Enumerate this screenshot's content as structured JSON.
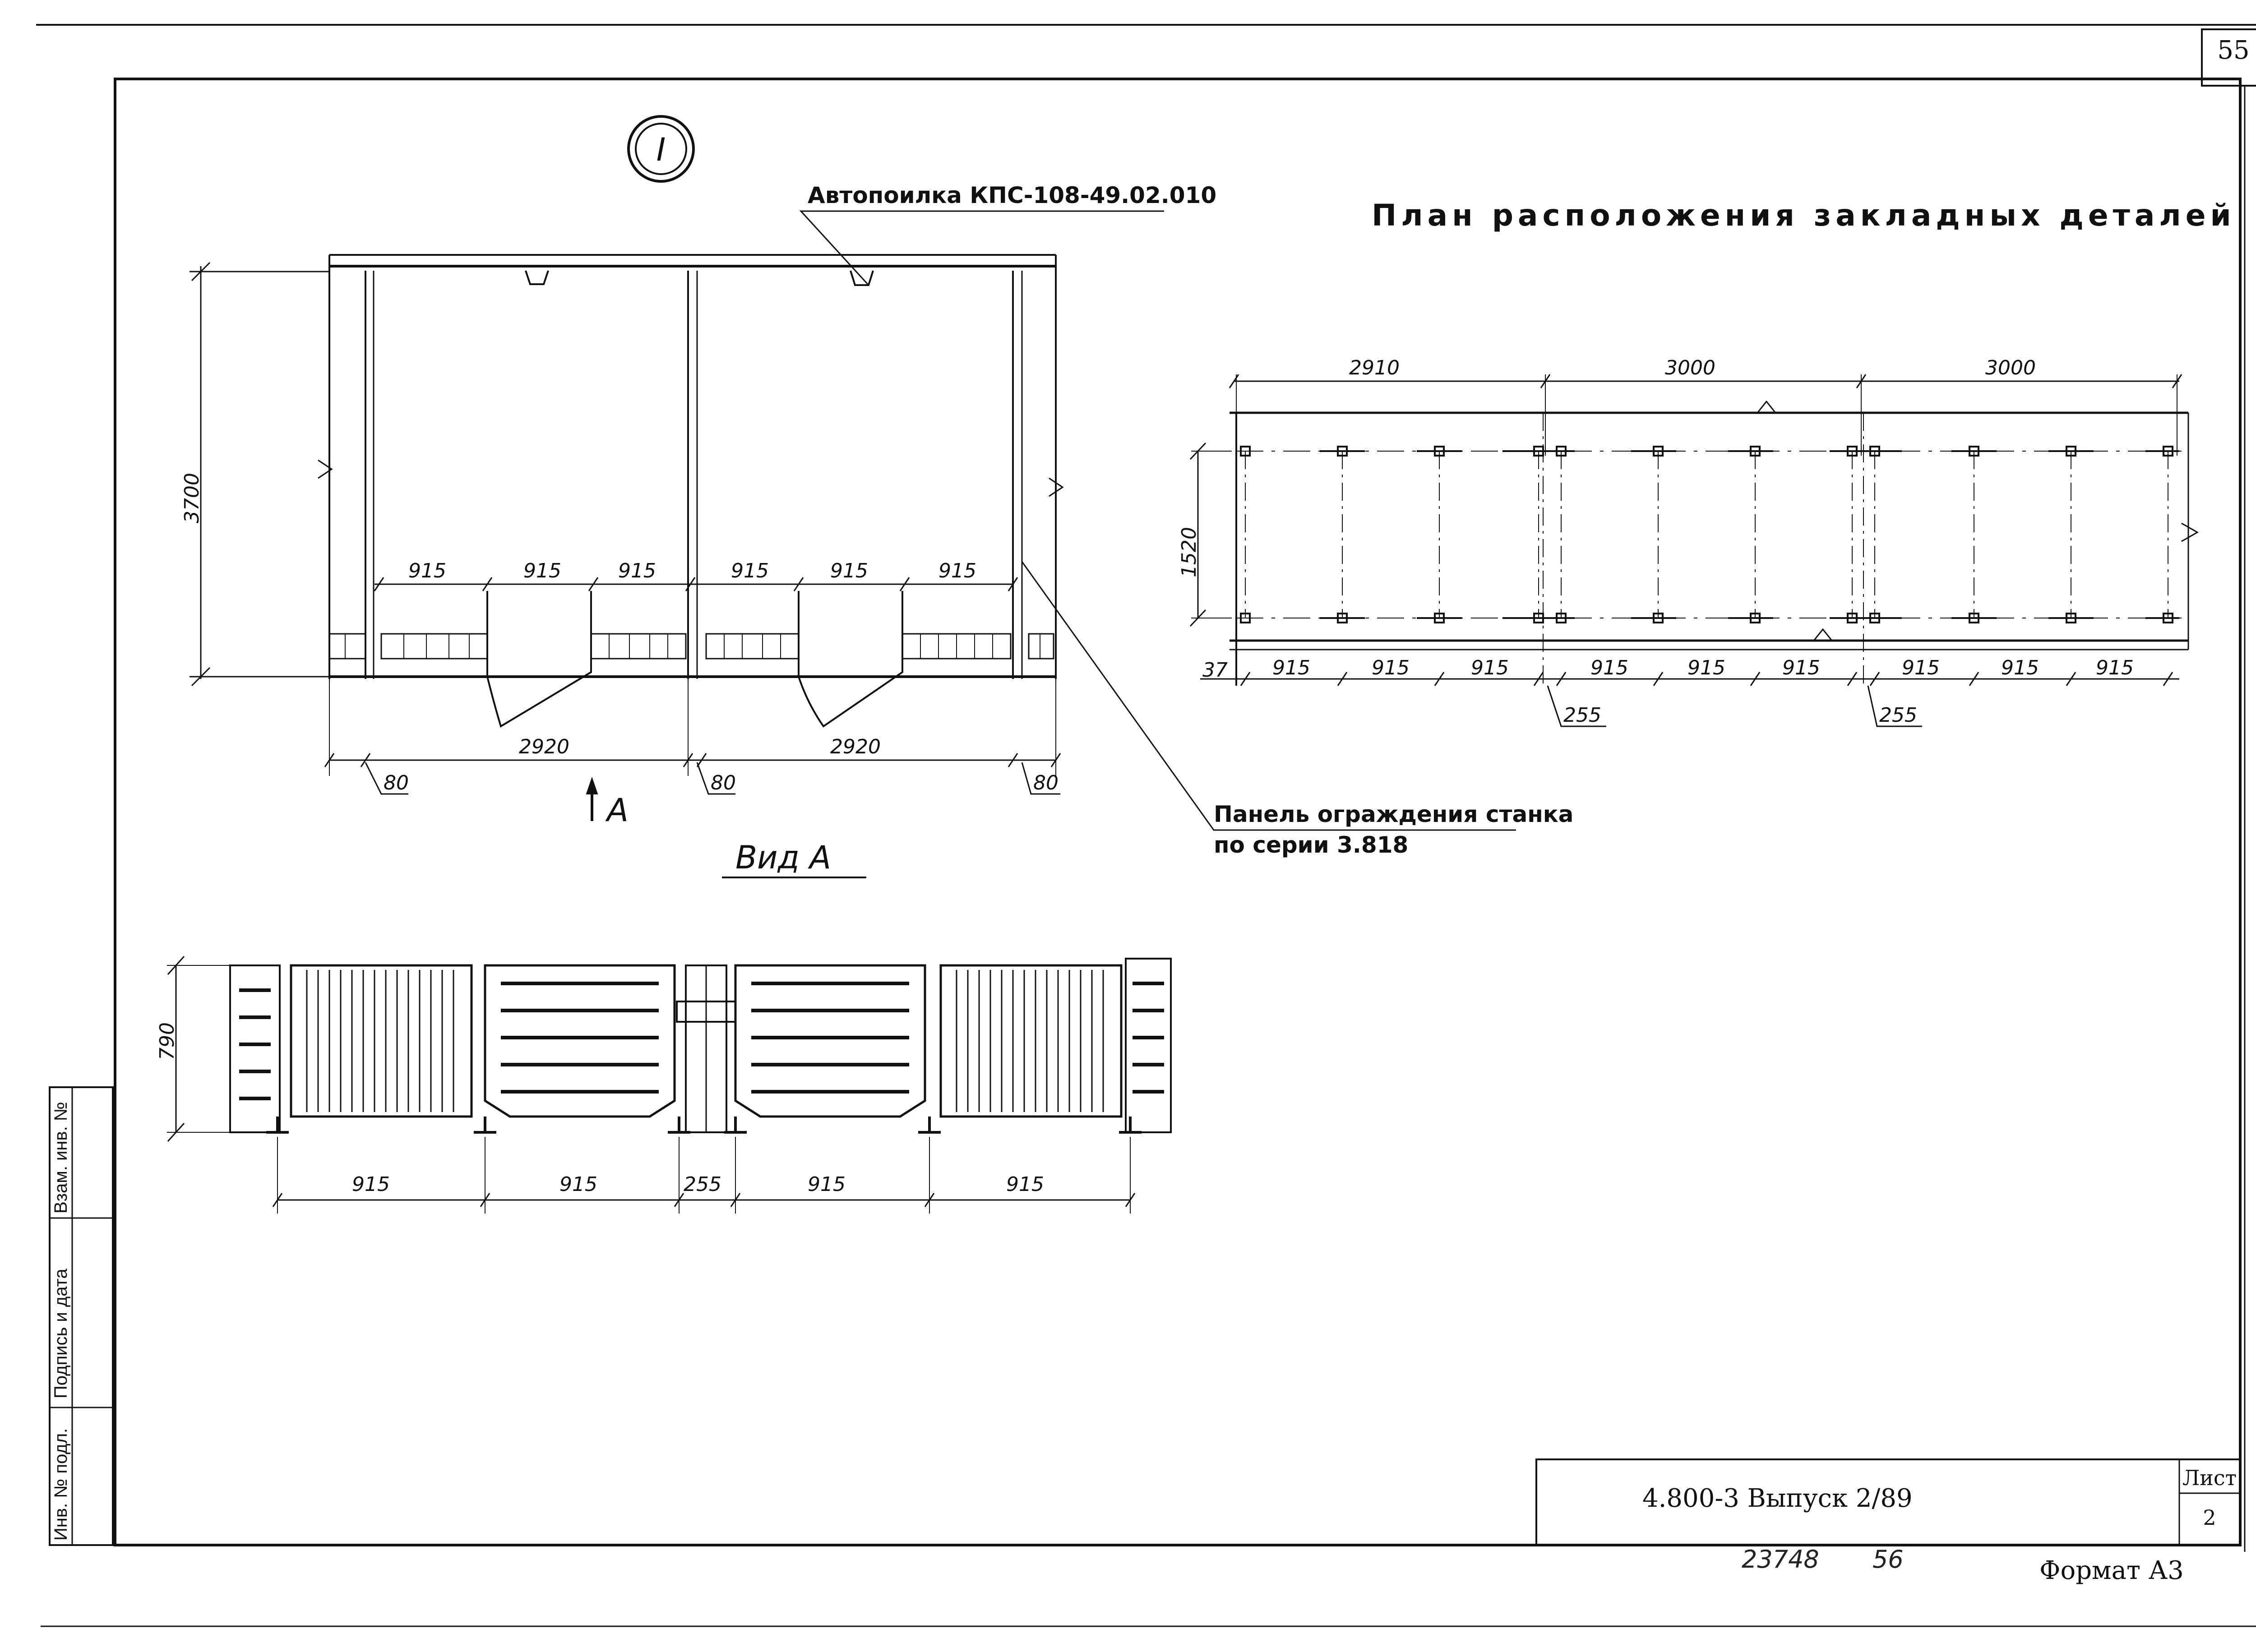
{
  "sheet": {
    "page_number": "55",
    "designation": "4.800-3  Выпуск 2/89",
    "list_label": "Лист",
    "list_number": "2",
    "inventory_numbers": [
      "23748",
      "56"
    ],
    "format": "Формат А3"
  },
  "side_stamp": {
    "inv_no_podl": "Инв. № подл.",
    "podpis_data": "Подпись и дата",
    "vzam_inv": "Взам. инв. №"
  },
  "section_marker": "I",
  "plan": {
    "title": "План расположения закладных деталей",
    "top_dims": [
      "2910",
      "3000",
      "3000"
    ],
    "height_dim": "1520",
    "offset_dim": "37",
    "bottom_dims": [
      "915",
      "915",
      "915",
      "915",
      "915",
      "915",
      "915",
      "915",
      "915"
    ],
    "callouts": [
      "255",
      "255"
    ]
  },
  "elevation": {
    "label_autopoilka": "Автопоилка КПС-108-49.02.010",
    "height_dim": "3700",
    "top_dims": [
      "915",
      "915",
      "915",
      "915",
      "915",
      "915"
    ],
    "span_dims": [
      "2920",
      "2920"
    ],
    "post_dims": [
      "80",
      "80",
      "80"
    ],
    "view_marker": "А",
    "label_panel_line1": "Панель ограждения станка",
    "label_panel_line2": "по серии 3.818"
  },
  "view_a": {
    "title": "Вид А",
    "height_dim": "790",
    "bottom_dims": [
      "915",
      "915",
      "255",
      "915",
      "915"
    ]
  }
}
